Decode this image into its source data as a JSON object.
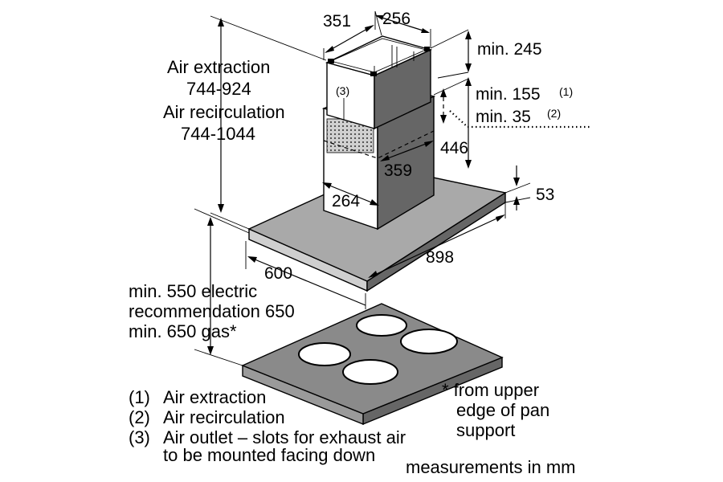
{
  "dimensions": {
    "chimney_width": "351",
    "chimney_depth": "256",
    "min_top": "min. 245",
    "min_extraction": "min. 155",
    "extraction_ref": "(1)",
    "min_recirculation": "min. 35",
    "recirculation_ref": "(2)",
    "offset_446": "446",
    "lower_width": "359",
    "lower_depth": "264",
    "canopy_height": "53",
    "hood_depth": "600",
    "hood_width": "898",
    "outlet_ref": "(3)"
  },
  "height_labels": {
    "air_extraction": "Air extraction",
    "air_extraction_range": "744-924",
    "air_recirculation": "Air recirculation",
    "air_recirculation_range": "744-1044"
  },
  "clearance_labels": {
    "electric": "min. 550 electric",
    "recommendation": "recommendation 650",
    "gas": "min. 650 gas*"
  },
  "footnote": {
    "line1": "* from upper",
    "line2": "edge of pan",
    "line3": "support"
  },
  "legend": [
    {
      "key": "(1)",
      "text": "Air extraction"
    },
    {
      "key": "(2)",
      "text": "Air recirculation"
    },
    {
      "key": "(3)",
      "text": "Air outlet – slots for exhaust air"
    },
    {
      "key": "",
      "text": "to be mounted facing down"
    }
  ],
  "units_note": "measurements in mm"
}
